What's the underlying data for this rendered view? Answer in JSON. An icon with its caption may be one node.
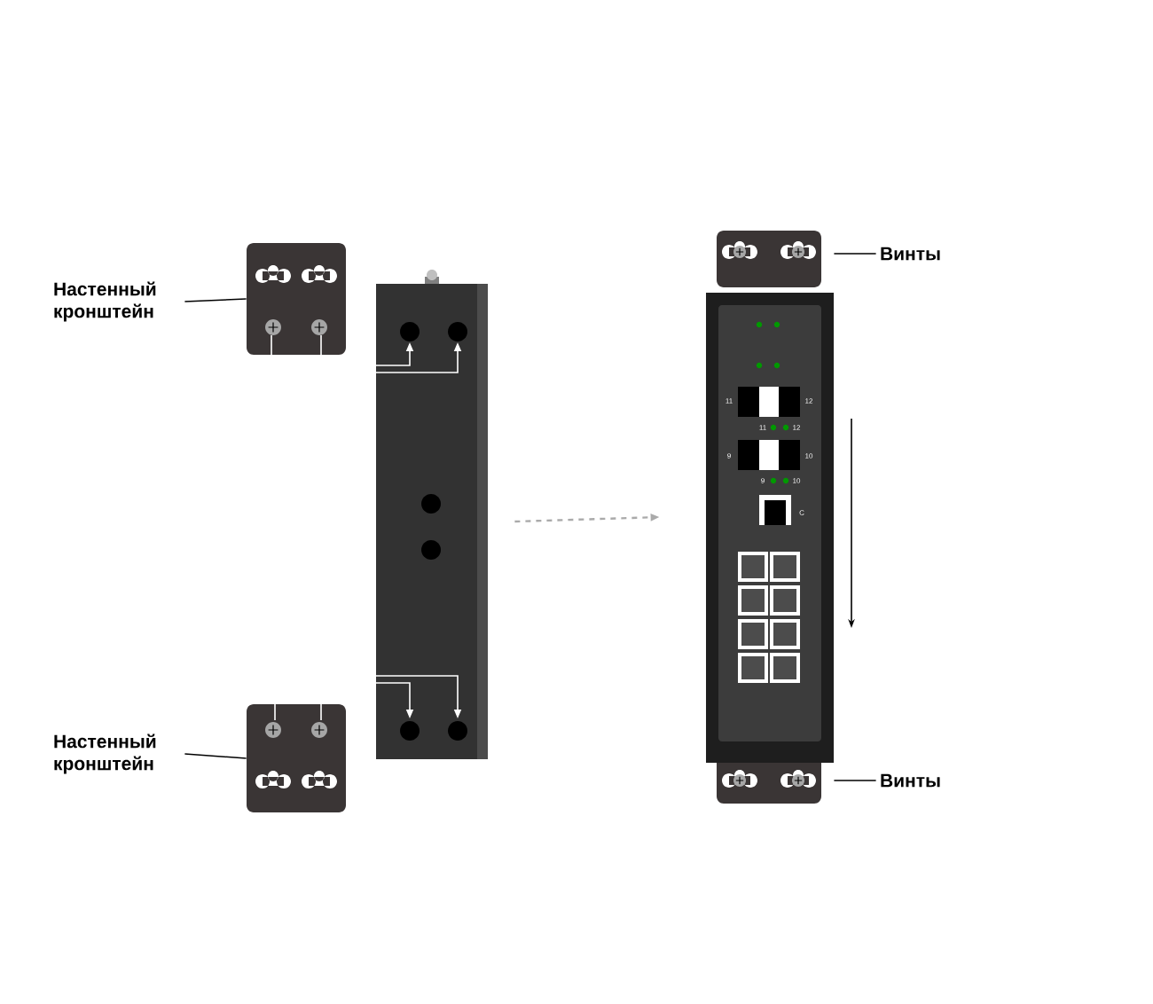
{
  "diagram": {
    "nodes": [
      {
        "text": [
          "Настенный кронштейн"
        ]
      },
      {
        "text": [],
        "shape": "picture"
      },
      {
        "text": [
          "Настенный кронштейн"
        ]
      },
      {
        "text": [],
        "shape": "picture"
      },
      {
        "text": [],
        "shape": "picture"
      },
      {
        "text": [],
        "shape": "picture"
      },
      {
        "text": [
          "Винты"
        ]
      },
      {
        "text": [
          "Винты"
        ]
      }
    ],
    "edges": [
      {
        "from": 0,
        "to": 1,
        "arrow": "none"
      },
      {
        "from": 2,
        "to": 3,
        "arrow": "none"
      },
      {
        "from": 6,
        "to": 5,
        "arrow": "none"
      },
      {
        "from": 7,
        "to": 5,
        "arrow": "none"
      },
      {
        "from": 1,
        "to": 4,
        "arrow": "to",
        "color": "#ffffff"
      },
      {
        "from": 1,
        "to": 4,
        "arrow": "to",
        "color": "#ffffff"
      },
      {
        "from": 3,
        "to": 4,
        "arrow": "to",
        "color": "#ffffff"
      },
      {
        "from": 3,
        "to": 4,
        "arrow": "to",
        "color": "#ffffff"
      },
      {
        "from": 4,
        "to": 5,
        "arrow": "to",
        "style": "dashed",
        "color": "#aaaaaa"
      }
    ],
    "labels": [
      "11",
      "12",
      "11",
      "12",
      "9",
      "10",
      "9",
      "10",
      "C"
    ]
  }
}
